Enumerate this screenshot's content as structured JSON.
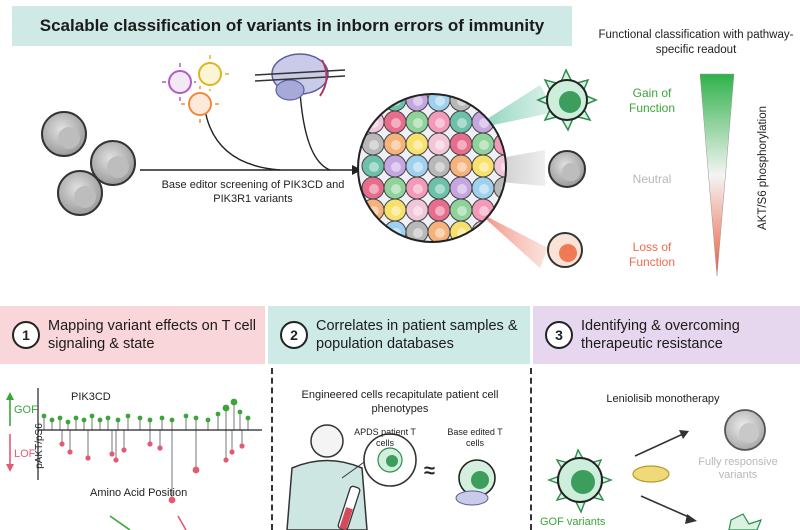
{
  "title": "Scalable classification of variants in inborn errors of immunity",
  "top_right_heading": "Functional classification with pathway-specific readout",
  "screen_caption": "Base editor screening of PIK3CD and PIK3R1 variants",
  "gof_label": "Gain of Function",
  "neutral_label": "Neutral",
  "lof_label": "Loss of Function",
  "readout_axis": "AKT/S6 phosphorylation",
  "panels": [
    {
      "num": "1",
      "title": "Mapping variant effects on T cell signaling & state"
    },
    {
      "num": "2",
      "title": "Correlates in patient samples & population databases"
    },
    {
      "num": "3",
      "title": "Identifying & overcoming therapeutic resistance"
    }
  ],
  "plot": {
    "gene": "PIK3CD",
    "ylabel": "pAKT/pS6",
    "gof": "GOF",
    "lof": "LOF",
    "xlabel": "Amino Acid Position"
  },
  "panel2": {
    "caption": "Engineered cells recapitulate patient cell phenotypes",
    "apds": "APDS patient T cells",
    "edited": "Base edited T cells",
    "approx": "≈"
  },
  "panel3": {
    "drug": "Leniolisib monotherapy",
    "responsive": "Fully responsive variants",
    "gof_variants": "GOF variants"
  },
  "colors": {
    "gof": "#3aa63a",
    "lof": "#e25b73",
    "title_bg": "#cfe9e6",
    "panel1_bg": "#f8d6d9",
    "panel2_bg": "#cdeae7",
    "panel3_bg": "#e6d6ee"
  },
  "icons": [
    "virus-icon",
    "base-editor-icon",
    "cell-icon",
    "patient-icon",
    "tube-icon",
    "pill-icon",
    "arrow-icon"
  ]
}
